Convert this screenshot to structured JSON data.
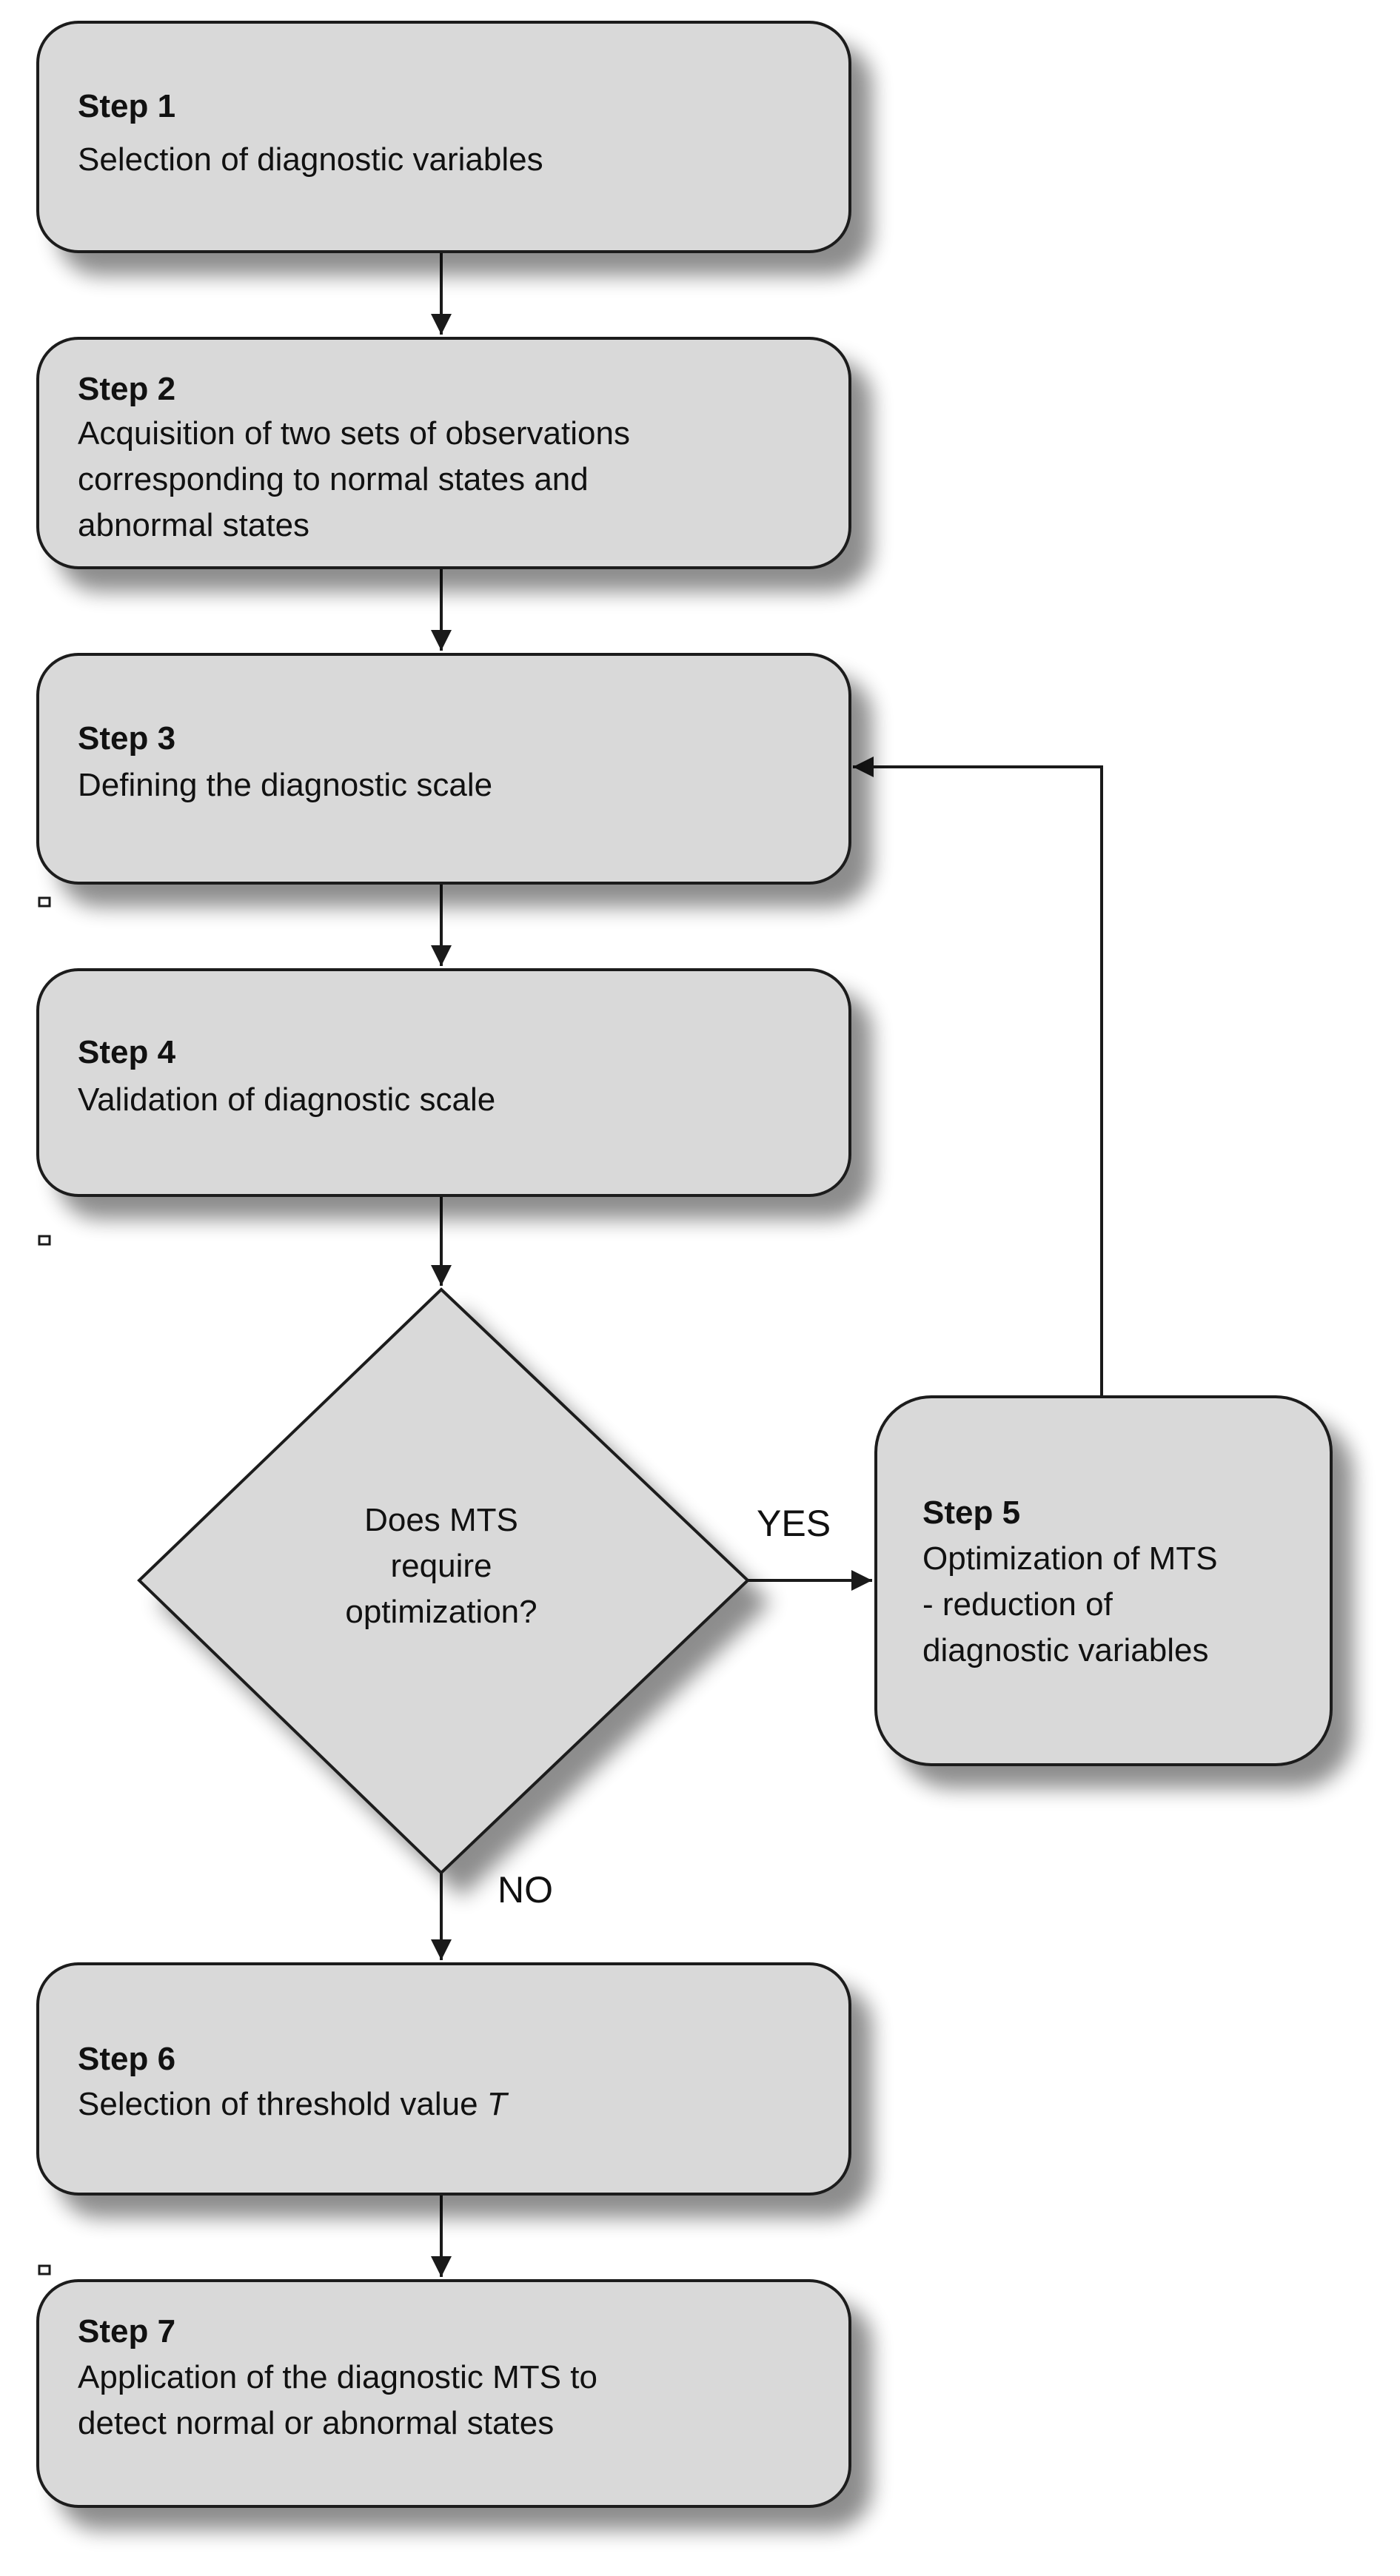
{
  "colors": {
    "box_fill": "#d9d9d9",
    "stroke": "#1a1a1a",
    "text": "#111111"
  },
  "steps": [
    {
      "title": "Step 1",
      "lines": [
        "Selection of diagnostic variables"
      ]
    },
    {
      "title": "Step 2",
      "lines": [
        "Acquisition of two sets of observations",
        "corresponding to normal states and",
        "abnormal states"
      ]
    },
    {
      "title": "Step 3",
      "lines": [
        "Defining the diagnostic scale"
      ]
    },
    {
      "title": "Step 4",
      "lines": [
        "Validation of diagnostic scale"
      ]
    },
    {
      "title": "Step 5",
      "lines": [
        "Optimization of MTS",
        "- reduction of",
        "diagnostic variables"
      ]
    },
    {
      "title": "Step 6",
      "line_prefix": "Selection of threshold value ",
      "line_italic": "T"
    },
    {
      "title": "Step 7",
      "lines": [
        "Application of the diagnostic MTS to",
        "detect normal or abnormal states"
      ]
    }
  ],
  "decision": {
    "lines": [
      "Does MTS",
      "require",
      "optimization?"
    ],
    "yes_label": "YES",
    "no_label": "NO"
  }
}
